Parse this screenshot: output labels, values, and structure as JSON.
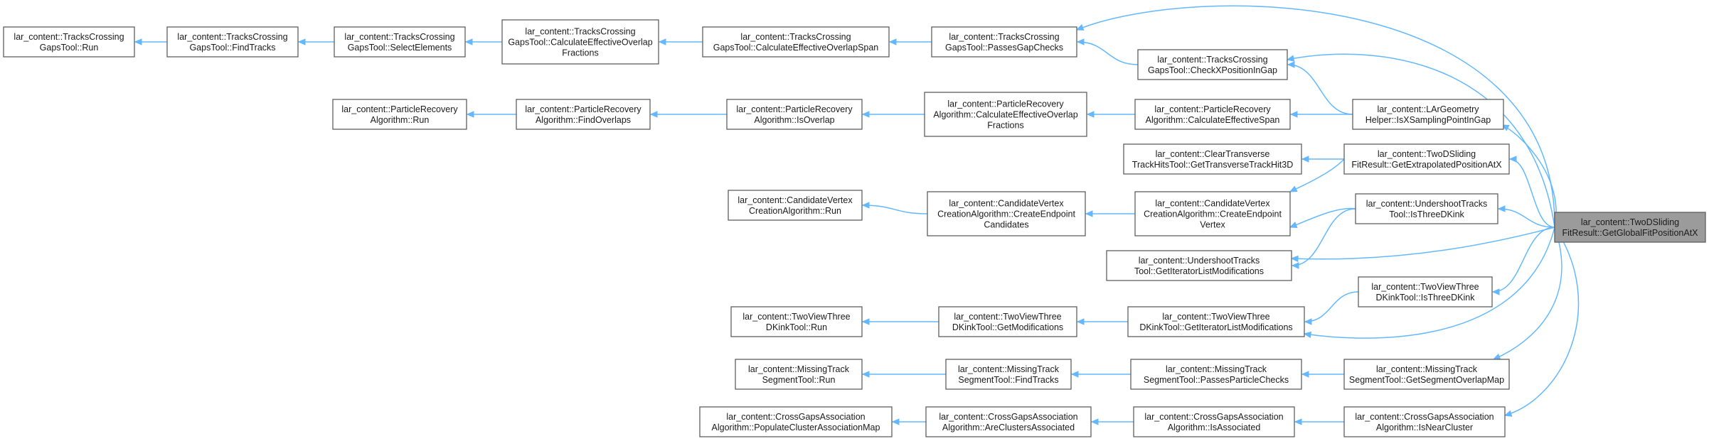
{
  "nodes": [
    {
      "id": "tcg_run",
      "lines": [
        "lar_content::TracksCrossing",
        "GapsTool::Run"
      ]
    },
    {
      "id": "tcg_findtracks",
      "lines": [
        "lar_content::TracksCrossing",
        "GapsTool::FindTracks"
      ]
    },
    {
      "id": "tcg_select",
      "lines": [
        "lar_content::TracksCrossing",
        "GapsTool::SelectElements"
      ]
    },
    {
      "id": "tcg_calcfrac",
      "lines": [
        "lar_content::TracksCrossing",
        "GapsTool::CalculateEffectiveOverlap",
        "Fractions"
      ]
    },
    {
      "id": "tcg_calcspan",
      "lines": [
        "lar_content::TracksCrossing",
        "GapsTool::CalculateEffectiveOverlapSpan"
      ]
    },
    {
      "id": "tcg_passes",
      "lines": [
        "lar_content::TracksCrossing",
        "GapsTool::PassesGapChecks"
      ]
    },
    {
      "id": "tcg_checkx",
      "lines": [
        "lar_content::TracksCrossing",
        "GapsTool::CheckXPositionInGap"
      ]
    },
    {
      "id": "pr_run",
      "lines": [
        "lar_content::ParticleRecovery",
        "Algorithm::Run"
      ]
    },
    {
      "id": "pr_findoverlaps",
      "lines": [
        "lar_content::ParticleRecovery",
        "Algorithm::FindOverlaps"
      ]
    },
    {
      "id": "pr_isoverlap",
      "lines": [
        "lar_content::ParticleRecovery",
        "Algorithm::IsOverlap"
      ]
    },
    {
      "id": "pr_calcfrac",
      "lines": [
        "lar_content::ParticleRecovery",
        "Algorithm::CalculateEffectiveOverlap",
        "Fractions"
      ]
    },
    {
      "id": "pr_calcspan",
      "lines": [
        "lar_content::ParticleRecovery",
        "Algorithm::CalculateEffectiveSpan"
      ]
    },
    {
      "id": "geom",
      "lines": [
        "lar_content::LArGeometry",
        "Helper::IsXSamplingPointInGap"
      ]
    },
    {
      "id": "ctth",
      "lines": [
        "lar_content::ClearTransverse",
        "TrackHitsTool::GetTransverseTrackHit3D"
      ]
    },
    {
      "id": "tds_extrap",
      "lines": [
        "lar_content::TwoDSliding",
        "FitResult::GetExtrapolatedPositionAtX"
      ]
    },
    {
      "id": "cv_run",
      "lines": [
        "lar_content::CandidateVertex",
        "CreationAlgorithm::Run"
      ]
    },
    {
      "id": "cv_cands",
      "lines": [
        "lar_content::CandidateVertex",
        "CreationAlgorithm::CreateEndpoint",
        "Candidates"
      ]
    },
    {
      "id": "cv_vertex",
      "lines": [
        "lar_content::CandidateVertex",
        "CreationAlgorithm::CreateEndpoint",
        "Vertex"
      ]
    },
    {
      "id": "ut_kink",
      "lines": [
        "lar_content::UndershootTracks",
        "Tool::IsThreeDKink"
      ]
    },
    {
      "id": "ut_iter",
      "lines": [
        "lar_content::UndershootTracks",
        "Tool::GetIteratorListModifications"
      ]
    },
    {
      "id": "root",
      "lines": [
        "lar_content::TwoDSliding",
        "FitResult::GetGlobalFitPositionAtX"
      ]
    },
    {
      "id": "tv_run",
      "lines": [
        "lar_content::TwoViewThree",
        "DKinkTool::Run"
      ]
    },
    {
      "id": "tv_getmod",
      "lines": [
        "lar_content::TwoViewThree",
        "DKinkTool::GetModifications"
      ]
    },
    {
      "id": "tv_iter",
      "lines": [
        "lar_content::TwoViewThree",
        "DKinkTool::GetIteratorListModifications"
      ]
    },
    {
      "id": "tv_kink",
      "lines": [
        "lar_content::TwoViewThree",
        "DKinkTool::IsThreeDKink"
      ]
    },
    {
      "id": "mt_run",
      "lines": [
        "lar_content::MissingTrack",
        "SegmentTool::Run"
      ]
    },
    {
      "id": "mt_find",
      "lines": [
        "lar_content::MissingTrack",
        "SegmentTool::FindTracks"
      ]
    },
    {
      "id": "mt_passes",
      "lines": [
        "lar_content::MissingTrack",
        "SegmentTool::PassesParticleChecks"
      ]
    },
    {
      "id": "mt_overlap",
      "lines": [
        "lar_content::MissingTrack",
        "SegmentTool::GetSegmentOverlapMap"
      ]
    },
    {
      "id": "cg_populate",
      "lines": [
        "lar_content::CrossGapsAssociation",
        "Algorithm::PopulateClusterAssociationMap"
      ]
    },
    {
      "id": "cg_are",
      "lines": [
        "lar_content::CrossGapsAssociation",
        "Algorithm::AreClustersAssociated"
      ]
    },
    {
      "id": "cg_isassoc",
      "lines": [
        "lar_content::CrossGapsAssociation",
        "Algorithm::IsAssociated"
      ]
    },
    {
      "id": "cg_near",
      "lines": [
        "lar_content::CrossGapsAssociation",
        "Algorithm::IsNearCluster"
      ]
    }
  ],
  "edges": [
    [
      "tcg_findtracks",
      "tcg_run"
    ],
    [
      "tcg_select",
      "tcg_findtracks"
    ],
    [
      "tcg_calcfrac",
      "tcg_select"
    ],
    [
      "tcg_calcspan",
      "tcg_calcfrac"
    ],
    [
      "tcg_passes",
      "tcg_calcspan"
    ],
    [
      "root",
      "tcg_passes"
    ],
    [
      "tcg_checkx",
      "tcg_passes"
    ],
    [
      "root",
      "tcg_checkx"
    ],
    [
      "geom",
      "tcg_checkx"
    ],
    [
      "pr_findoverlaps",
      "pr_run"
    ],
    [
      "pr_isoverlap",
      "pr_findoverlaps"
    ],
    [
      "pr_calcfrac",
      "pr_isoverlap"
    ],
    [
      "pr_calcspan",
      "pr_calcfrac"
    ],
    [
      "geom",
      "pr_calcspan"
    ],
    [
      "root",
      "geom"
    ],
    [
      "tds_extrap",
      "ctth"
    ],
    [
      "tds_extrap",
      "cv_vertex"
    ],
    [
      "root",
      "tds_extrap"
    ],
    [
      "cv_cands",
      "cv_run"
    ],
    [
      "cv_vertex",
      "cv_cands"
    ],
    [
      "ut_kink",
      "cv_vertex"
    ],
    [
      "root",
      "ut_kink"
    ],
    [
      "ut_kink",
      "ut_iter"
    ],
    [
      "root",
      "ut_iter"
    ],
    [
      "tv_getmod",
      "tv_run"
    ],
    [
      "tv_iter",
      "tv_getmod"
    ],
    [
      "tv_kink",
      "tv_iter"
    ],
    [
      "root",
      "tv_iter"
    ],
    [
      "root",
      "tv_kink"
    ],
    [
      "mt_find",
      "mt_run"
    ],
    [
      "mt_passes",
      "mt_find"
    ],
    [
      "mt_overlap",
      "mt_passes"
    ],
    [
      "root",
      "mt_overlap"
    ],
    [
      "cg_are",
      "cg_populate"
    ],
    [
      "cg_isassoc",
      "cg_are"
    ],
    [
      "cg_near",
      "cg_isassoc"
    ],
    [
      "root",
      "cg_near"
    ]
  ]
}
